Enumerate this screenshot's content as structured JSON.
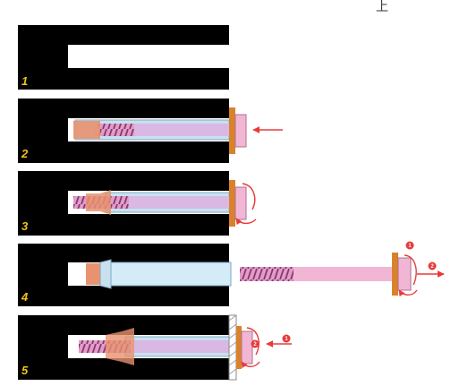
{
  "top_mark": "上",
  "steps": [
    {
      "label": "1",
      "action": "drilled hole"
    },
    {
      "label": "2",
      "action": "insert anchor"
    },
    {
      "label": "3",
      "action": "rotate to set"
    },
    {
      "label": "4",
      "action": "withdraw rod"
    },
    {
      "label": "5",
      "action": "insert threaded rod and tighten"
    }
  ],
  "badges": {
    "one": "1",
    "two": "2"
  },
  "colors": {
    "concrete": "#000000",
    "sleeve": "#c9e0ee",
    "sleeve_inner": "#d9b8e4",
    "rod": "#f2b6d5",
    "cone": "#e8926f",
    "washer": "#d9822b",
    "arrow": "#e83a3a",
    "step_number": "#f0c419"
  }
}
